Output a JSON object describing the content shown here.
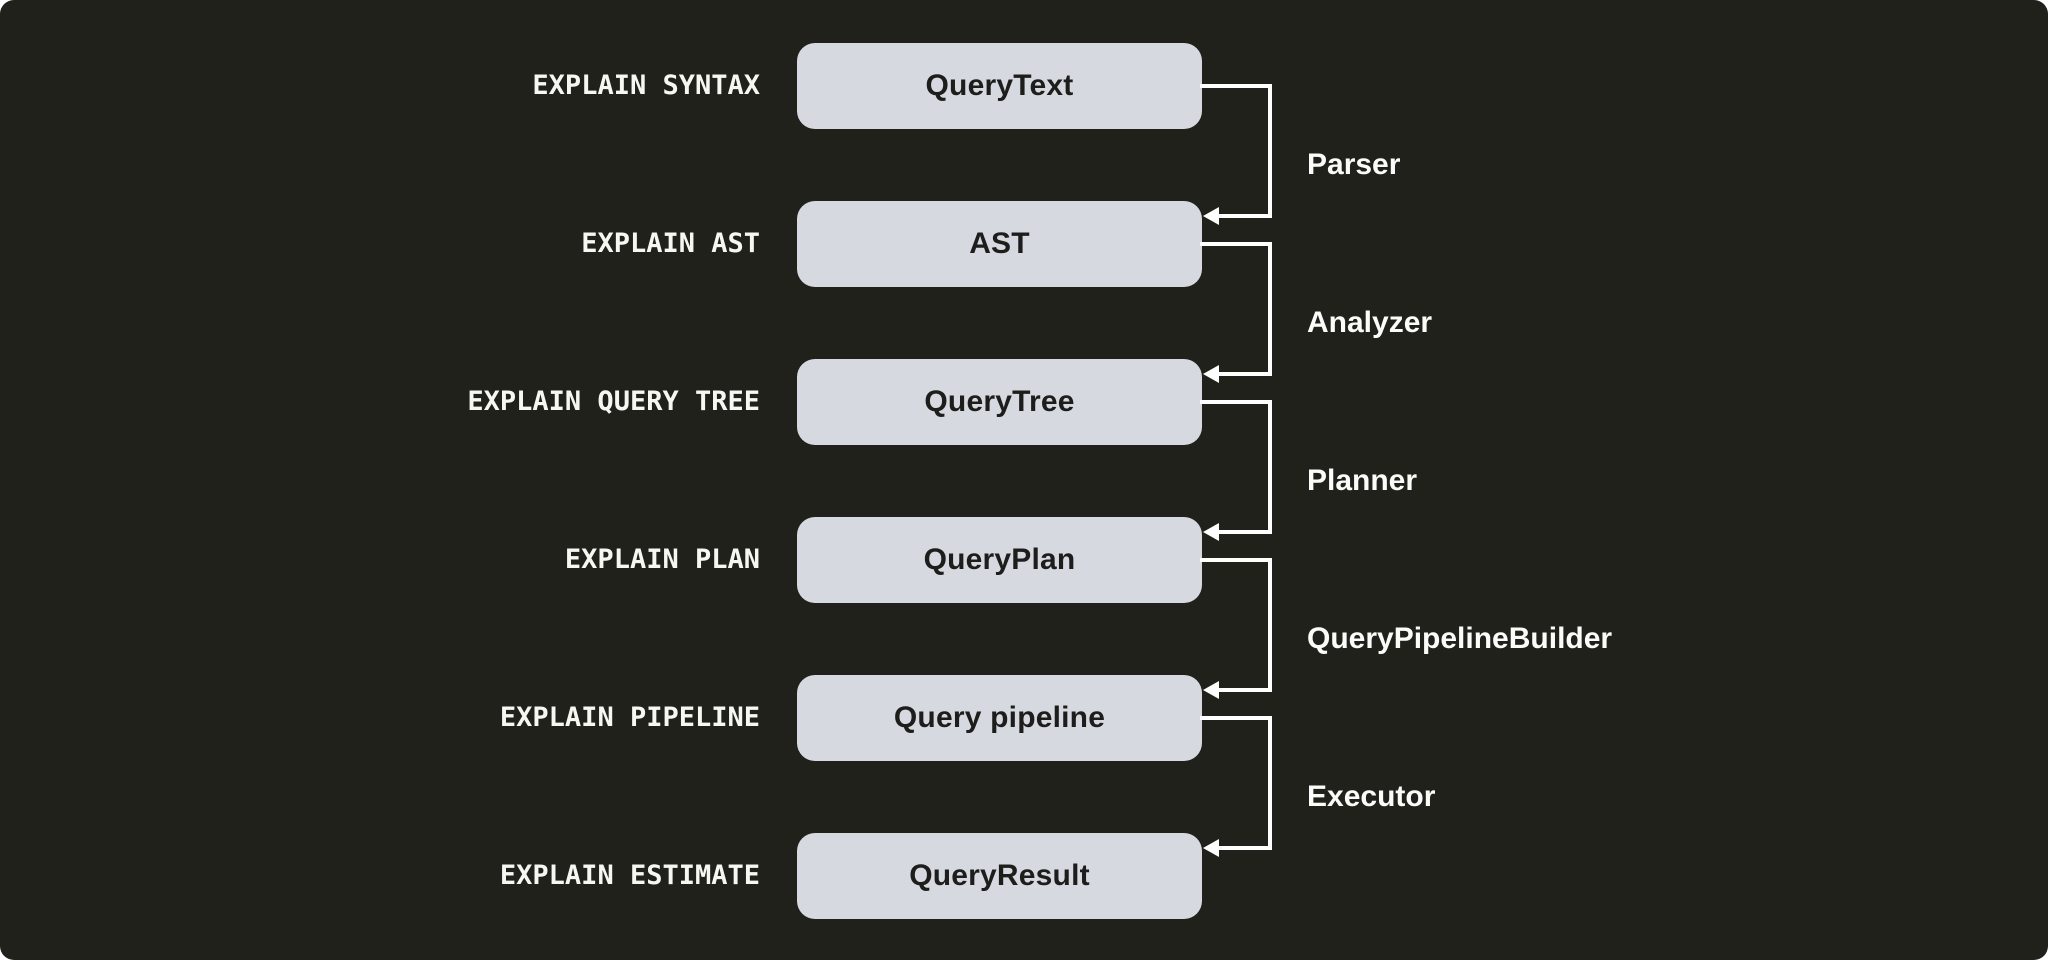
{
  "canvas": {
    "background_color": "#20211b",
    "box_fill_color": "#d7d9e0",
    "box_text_color": "#1d1e1b",
    "line_color": "#ffffff",
    "label_text_color": "#f6f6f3"
  },
  "diagram": {
    "rows": [
      {
        "explain_label": "EXPLAIN SYNTAX",
        "box_label": "QueryText"
      },
      {
        "explain_label": "EXPLAIN AST",
        "box_label": "AST"
      },
      {
        "explain_label": "EXPLAIN QUERY TREE",
        "box_label": "QueryTree"
      },
      {
        "explain_label": "EXPLAIN PLAN",
        "box_label": "QueryPlan"
      },
      {
        "explain_label": "EXPLAIN PIPELINE",
        "box_label": "Query pipeline"
      },
      {
        "explain_label": "EXPLAIN ESTIMATE",
        "box_label": "QueryResult"
      }
    ],
    "connectors": [
      {
        "label": "Parser"
      },
      {
        "label": "Analyzer"
      },
      {
        "label": "Planner"
      },
      {
        "label": "QueryPipelineBuilder"
      },
      {
        "label": "Executor"
      }
    ]
  }
}
